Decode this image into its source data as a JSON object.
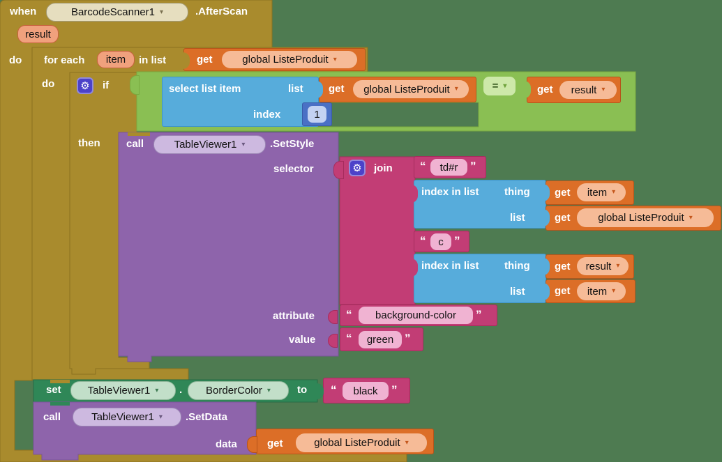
{
  "glyphs": {
    "caret": "▾",
    "gear": "⚙",
    "open_quote": "“",
    "close_quote": "”"
  },
  "colors": {
    "workspace": "#4e7b51",
    "gold": "#a98b2d",
    "green_logic": "#8abf53",
    "cyan_list": "#57acdb",
    "blue_math": "#4a70c5",
    "orange_var": "#dc6e27",
    "magenta_text": "#c23d75",
    "purple_proc": "#8e64ab",
    "setter_green": "#2f8757",
    "salmon_param": "#f0a17d",
    "pink_field": "#f0b3d2"
  },
  "blocks": {
    "when": {
      "kw": "when",
      "component": "BarcodeScanner1",
      "event": ".AfterScan",
      "param": "result",
      "do": "do"
    },
    "foreach": {
      "kw_for": "for each",
      "var": "item",
      "kw_in": "in list",
      "do": "do"
    },
    "get_global_top": {
      "kw": "get",
      "value": "global ListeProduit"
    },
    "if": {
      "kw": "if",
      "then": "then"
    },
    "select": {
      "kw": "select list item",
      "list": "list",
      "index": "index"
    },
    "get_global_if": {
      "kw": "get",
      "value": "global ListeProduit"
    },
    "num_one": "1",
    "equals": "=",
    "get_result_if": {
      "kw": "get",
      "value": "result"
    },
    "setstyle": {
      "kw": "call",
      "component": "TableViewer1",
      "method": ".SetStyle",
      "selector": "selector",
      "attribute": "attribute",
      "value": "value"
    },
    "join": {
      "kw": "join"
    },
    "txt_td_r": "td#r",
    "idx1": {
      "kw": "index in list",
      "thing": "thing",
      "list": "list"
    },
    "get_item_1": {
      "kw": "get",
      "value": "item"
    },
    "get_global_join": {
      "kw": "get",
      "value": "global ListeProduit"
    },
    "txt_c": "c",
    "idx2": {
      "kw": "index in list",
      "thing": "thing",
      "list": "list"
    },
    "get_result_2": {
      "kw": "get",
      "value": "result"
    },
    "get_item_2": {
      "kw": "get",
      "value": "item"
    },
    "txt_attribute": "background-color",
    "txt_value": "green",
    "setter": {
      "kw": "set",
      "component": "TableViewer1",
      "dot": ".",
      "property": "BorderColor",
      "to": "to"
    },
    "txt_black": "black",
    "setdata": {
      "kw": "call",
      "component": "TableViewer1",
      "method": ".SetData",
      "data": "data"
    },
    "get_global_bottom": {
      "kw": "get",
      "value": "global ListeProduit"
    }
  }
}
